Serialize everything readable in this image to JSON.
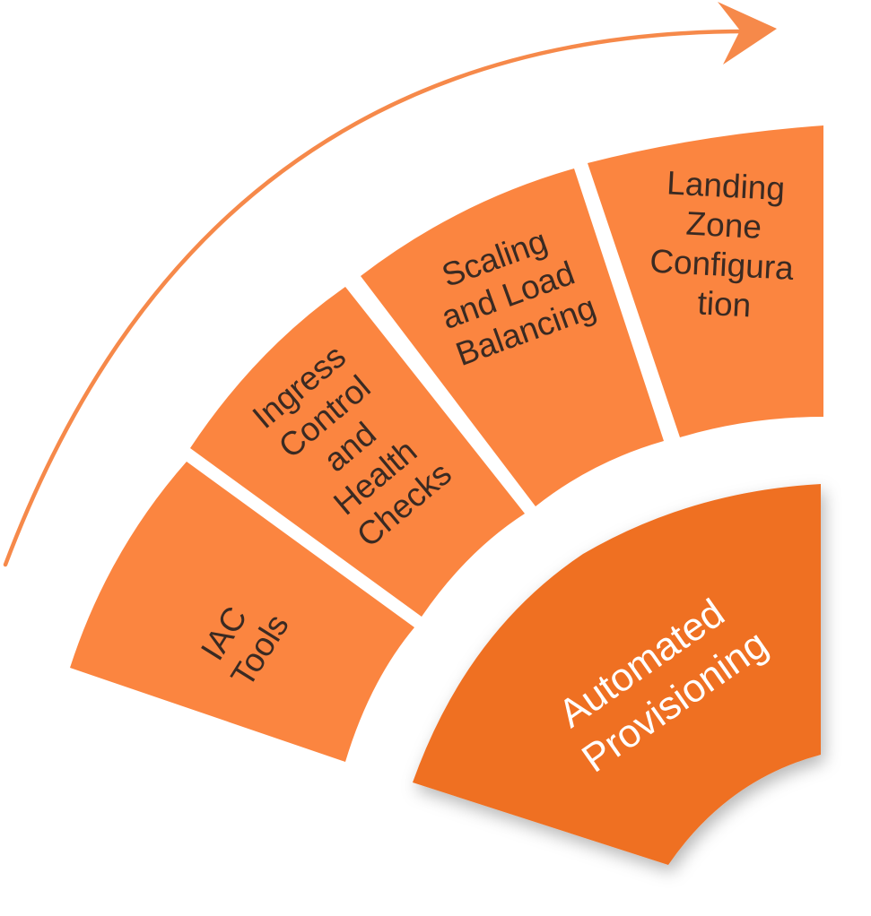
{
  "diagram": {
    "colors": {
      "segment": "#fb8540",
      "center": "#ef6f22",
      "arrow": "#f6894a",
      "segment_text": "#3a2a22",
      "center_text": "#ffffff"
    },
    "arrow_icon": "curved-arrow-right",
    "segments": [
      {
        "lines": [
          "IAC",
          "Tools"
        ]
      },
      {
        "lines": [
          "Ingress",
          "Control",
          "and",
          "Health",
          "Checks"
        ]
      },
      {
        "lines": [
          "Scaling",
          "and Load",
          "Balancing"
        ]
      },
      {
        "lines": [
          "Landing",
          "Zone",
          "Configura",
          "tion"
        ]
      }
    ],
    "center": {
      "lines": [
        "Automated",
        "Provisioning"
      ]
    }
  }
}
